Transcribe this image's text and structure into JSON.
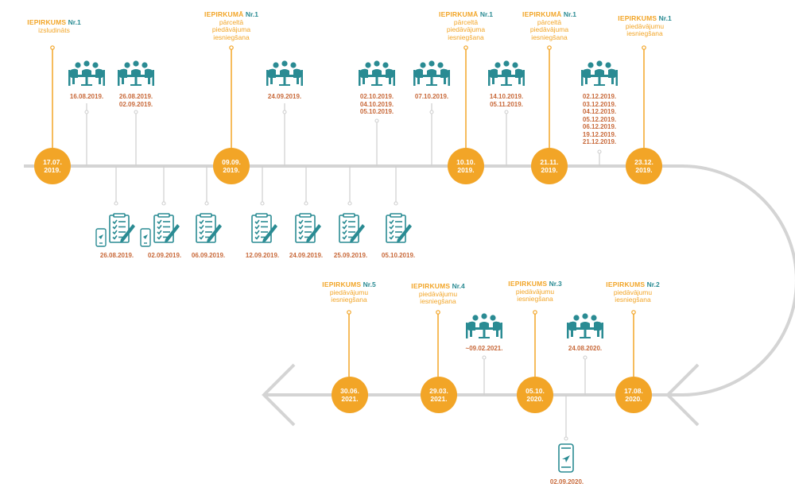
{
  "colors": {
    "accent": "#f2a527",
    "teal": "#2a8b93",
    "date": "#c8693a",
    "line": "#d4d4d4"
  },
  "milestones_top": [
    {
      "title": "IEPIRKUMS",
      "nr": "Nr.1",
      "sub": "izsludināts",
      "date": "17.07.\n2019."
    },
    {
      "title": "IEPIRKUMĀ",
      "nr": "Nr.1",
      "sub": "pārceltā\npiedāvājuma\niesniegšana",
      "date": "09.09.\n2019."
    },
    {
      "title": "IEPIRKUMĀ",
      "nr": "Nr.1",
      "sub": "pārceltā\npiedāvājuma\niesniegšana",
      "date": "10.10.\n2019."
    },
    {
      "title": "IEPIRKUMĀ",
      "nr": "Nr.1",
      "sub": "pārceltā\npiedāvājuma\niesniegšana",
      "date": "21.11.\n2019."
    },
    {
      "title": "IEPIRKUMS",
      "nr": "Nr.1",
      "sub": "piedāvājumu\niesniegšana",
      "date": "23.12.\n2019."
    }
  ],
  "meetings_top": [
    {
      "icon": "meeting-icon",
      "dates": "16.08.2019."
    },
    {
      "icon": "meeting-icon",
      "dates": "26.08.2019.\n02.09.2019."
    },
    {
      "icon": "meeting-icon",
      "dates": "24.09.2019."
    },
    {
      "icon": "meeting-icon",
      "dates": "02.10.2019.\n04.10.2019.\n05.10.2019."
    },
    {
      "icon": "meeting-icon",
      "dates": "07.10.2019."
    },
    {
      "icon": "meeting-icon",
      "dates": "14.10.2019.\n05.11.2019."
    },
    {
      "icon": "meeting-icon",
      "dates": "02.12.2019.\n03.12.2019.\n04.12.2019.\n05.12.2019.\n06.12.2019.\n19.12.2019.\n21.12.2019."
    }
  ],
  "documents": [
    {
      "icon": "document-phone-icon",
      "date": "26.08.2019."
    },
    {
      "icon": "document-phone-icon",
      "date": "02.09.2019."
    },
    {
      "icon": "document-icon",
      "date": "06.09.2019."
    },
    {
      "icon": "document-icon",
      "date": "12.09.2019."
    },
    {
      "icon": "document-icon",
      "date": "24.09.2019."
    },
    {
      "icon": "document-icon",
      "date": "25.09.2019."
    },
    {
      "icon": "document-icon",
      "date": "05.10.2019."
    }
  ],
  "milestones_bottom": [
    {
      "title": "IEPIRKUMS",
      "nr": "Nr.5",
      "sub": "piedāvājumu\niesniegšana",
      "date": "30.06.\n2021."
    },
    {
      "title": "IEPIRKUMS",
      "nr": "Nr.4",
      "sub": "piedāvājumu\niesniegšana",
      "date": "29.03.\n2021."
    },
    {
      "title": "IEPIRKUMS",
      "nr": "Nr.3",
      "sub": "piedāvājumu\niesniegšana",
      "date": "05.10.\n2020."
    },
    {
      "title": "IEPIRKUMS",
      "nr": "Nr.2",
      "sub": "piedāvājumu\niesniegšana",
      "date": "17.08.\n2020."
    }
  ],
  "meetings_bottom": [
    {
      "icon": "meeting-icon",
      "dates": "~09.02.2021."
    },
    {
      "icon": "meeting-icon",
      "dates": "24.08.2020."
    }
  ],
  "phone_bottom": {
    "icon": "phone-icon",
    "date": "02.09.2020."
  }
}
